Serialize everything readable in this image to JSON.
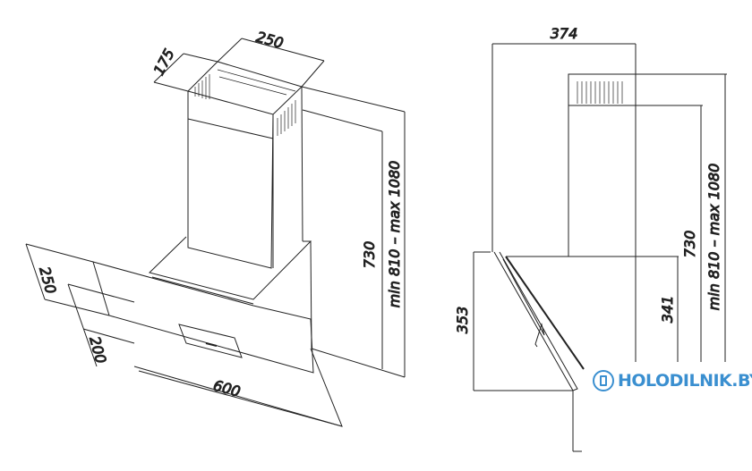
{
  "drawing": {
    "iso_view": {
      "chimney_width": "250",
      "chimney_depth": "175",
      "chimney_height": "730",
      "total_height": "min 810 – max 1080",
      "glass_depth": "250",
      "glass_lower": "200",
      "width": "600"
    },
    "side_view": {
      "depth": "374",
      "chimney_height": "730",
      "total_height": "min 810 – max 1080",
      "body_height": "341",
      "glass_height": "353"
    }
  },
  "watermark": {
    "text": "HOLODILNIK.BY",
    "color": "#3a8fd0"
  }
}
